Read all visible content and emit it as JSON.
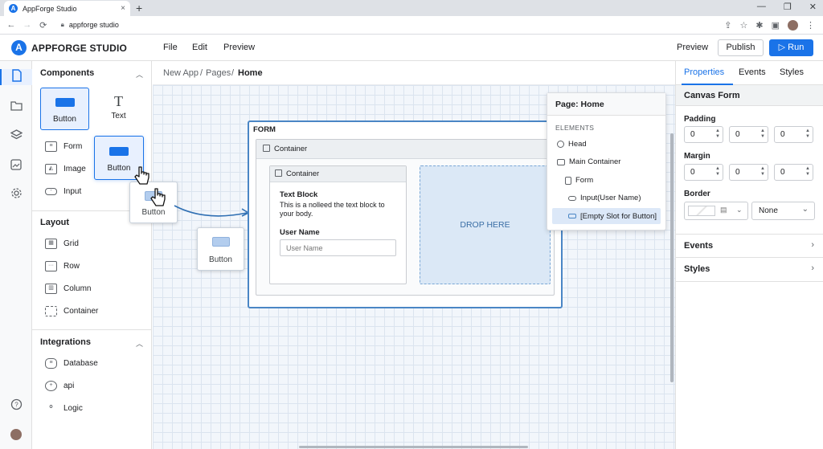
{
  "browser": {
    "tab_title": "AppForge Studio",
    "tab_close": "×",
    "new_tab": "+",
    "url": "appforge studio",
    "win_min": "—",
    "win_max": "❐",
    "win_close": "✕"
  },
  "app": {
    "logo_letter": "A",
    "name": "APPFORGE STUDIO",
    "menu": [
      "File",
      "Edit",
      "Preview"
    ],
    "preview_label": "Preview",
    "publish_label": "Publish",
    "run_label": "▷ Run",
    "brand_color": "#1a73e8"
  },
  "breadcrumb": {
    "parts": [
      "New App",
      "/",
      "Pages",
      "/",
      "Home"
    ]
  },
  "rail_icons": [
    "pages-icon",
    "folder-icon",
    "layers-icon",
    "image-settings-icon",
    "gear-icon",
    "help-icon",
    "user-avatar"
  ],
  "left": {
    "components": {
      "title": "Components",
      "tiles": [
        {
          "label": "Button"
        },
        {
          "label": "Text",
          "glyph": "T"
        },
        {
          "label": "Button"
        }
      ],
      "items": [
        {
          "label": "Form",
          "icon": "form-icon"
        },
        {
          "label": "Image",
          "icon": "image-icon"
        },
        {
          "label": "Input",
          "icon": "input-icon"
        }
      ]
    },
    "layout": {
      "title": "Layout",
      "items": [
        {
          "label": "Grid",
          "icon": "grid-icon"
        },
        {
          "label": "Row",
          "icon": "row-icon"
        },
        {
          "label": "Column",
          "icon": "column-icon"
        },
        {
          "label": "Container",
          "icon": "container-icon"
        }
      ]
    },
    "integrations": {
      "title": "Integrations",
      "items": [
        {
          "label": "Database",
          "icon": "database-icon"
        },
        {
          "label": "api",
          "icon": "globe-icon"
        },
        {
          "label": "Logic",
          "icon": "logic-icon"
        }
      ]
    }
  },
  "canvas": {
    "drag_ghost_label": "Button",
    "dropped_button_label": "Button",
    "form": {
      "title": "FORM",
      "outer_container": "Container",
      "inner_container": "Container",
      "text_block_title": "Text Block",
      "text_block_body": "This is a nolleed the text block to your body.",
      "field_label": "User Name",
      "field_placeholder": "User Name",
      "drop_label": "DROP HERE"
    }
  },
  "page_panel": {
    "title": "Page: Home",
    "section": "ELEMENTS",
    "items": [
      {
        "label": "Head",
        "icon": "head-icon"
      },
      {
        "label": "Main Container",
        "icon": "container-icon"
      },
      {
        "label": "Form",
        "icon": "form-icon"
      },
      {
        "label": "Input(User Name)",
        "icon": "input-icon"
      },
      {
        "label": "[Empty Slot for Button]",
        "icon": "slot-icon",
        "selected": true
      }
    ]
  },
  "right": {
    "tabs": [
      "Properties",
      "Events",
      "Styles"
    ],
    "active_tab": "Properties",
    "section_title": "Canvas Form",
    "padding_label": "Padding",
    "padding": [
      "0",
      "0",
      "0"
    ],
    "margin_label": "Margin",
    "margin": [
      "0",
      "0",
      "0"
    ],
    "border_label": "Border",
    "border_style": "None",
    "rows": [
      "Events",
      "Styles"
    ]
  }
}
